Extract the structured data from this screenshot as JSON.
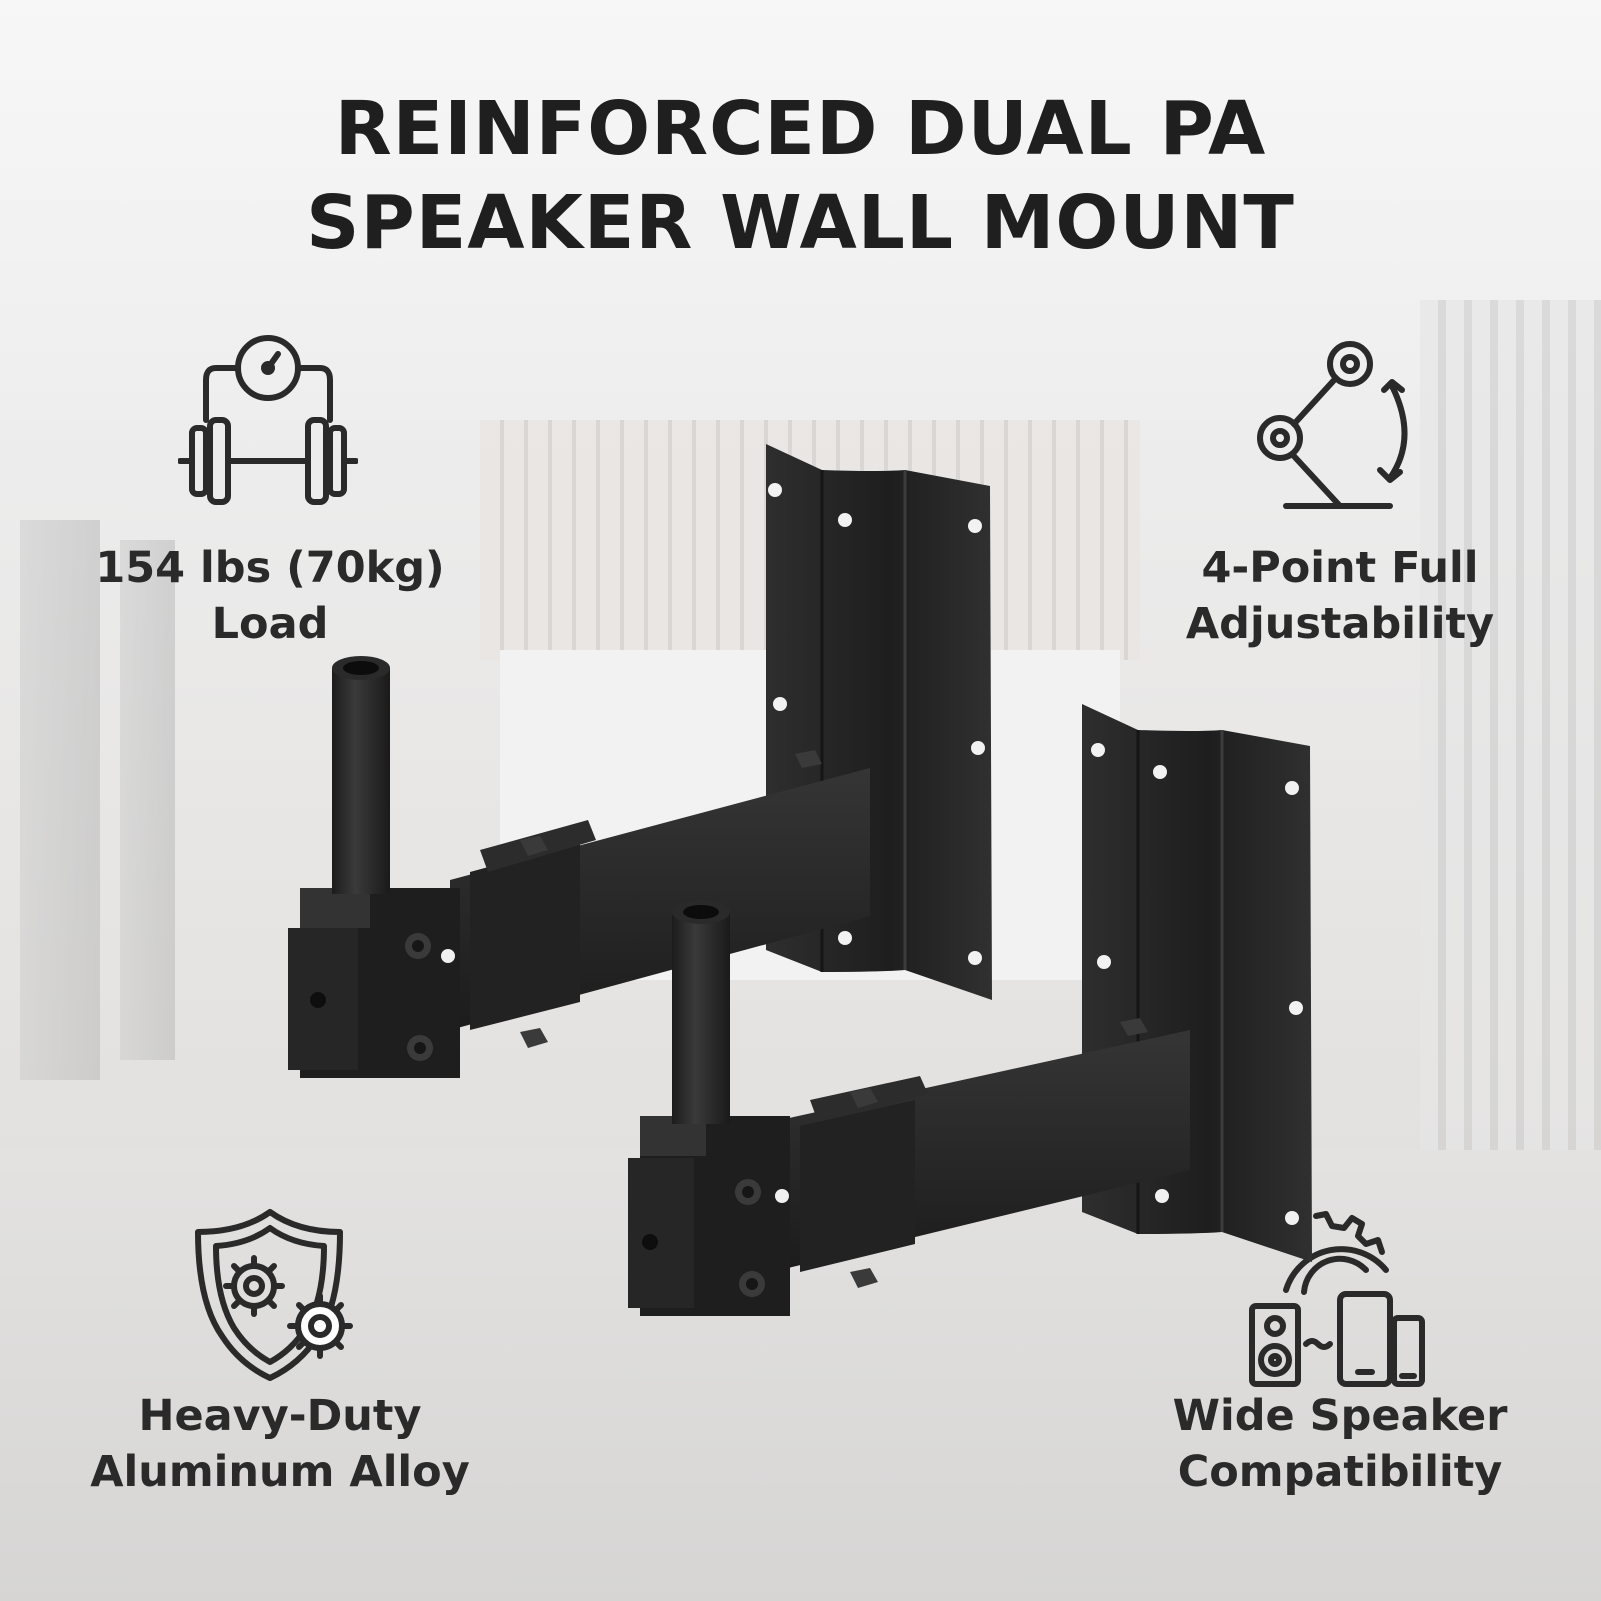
{
  "title": {
    "line1": "REINFORCED DUAL PA",
    "line2": "SPEAKER WALL MOUNT"
  },
  "features": {
    "load": {
      "line1": "154 lbs (70kg)",
      "line2": "Load",
      "icon": "dumbbell-gauge-icon"
    },
    "adjustability": {
      "line1": "4-Point Full",
      "line2": "Adjustability",
      "icon": "articulated-arm-icon"
    },
    "material": {
      "line1": "Heavy-Duty",
      "line2": "Aluminum Alloy",
      "icon": "shield-gears-icon"
    },
    "compatibility": {
      "line1": "Wide Speaker",
      "line2": "Compatibility",
      "icon": "devices-gear-icon"
    }
  },
  "colors": {
    "text": "#2a2a2a",
    "bracket": "#2b2b2b"
  }
}
